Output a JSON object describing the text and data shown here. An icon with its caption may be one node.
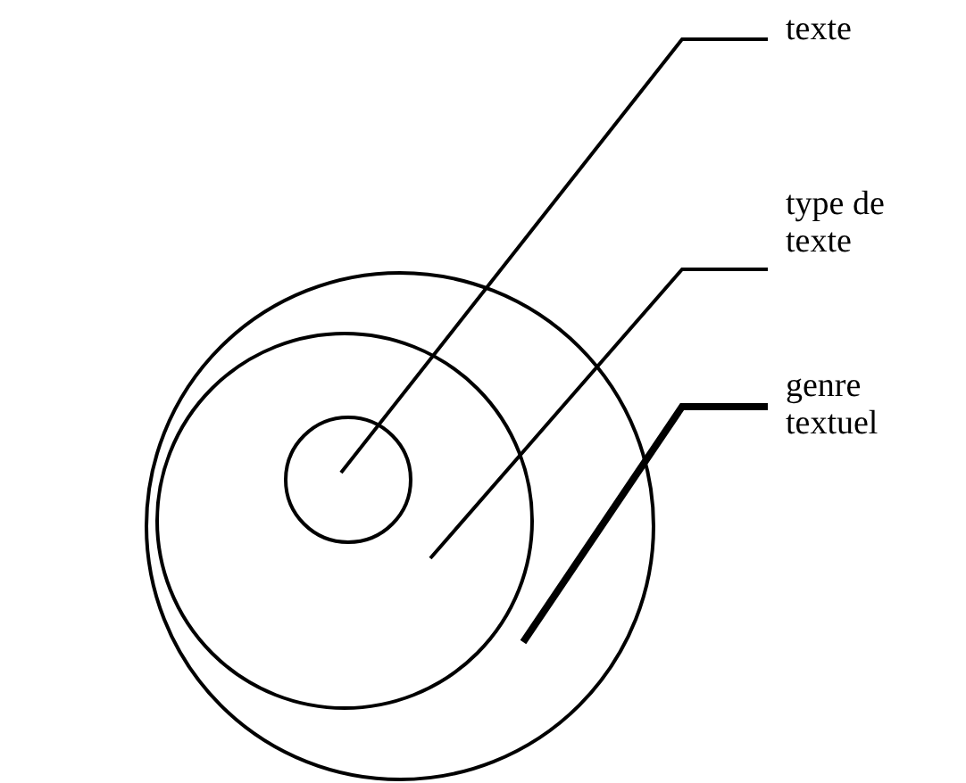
{
  "diagram": {
    "nodes": [
      {
        "text": [],
        "shape": "circle"
      },
      {
        "text": [],
        "shape": "circle",
        "in": 0
      },
      {
        "text": [],
        "shape": "circle",
        "in": 1
      },
      {
        "text": [
          "texte"
        ]
      },
      {
        "text": [
          "type de texte"
        ]
      },
      {
        "text": [
          "genre textuel"
        ]
      }
    ],
    "edges": [
      {
        "from": 3,
        "to": 2,
        "arrow": "none"
      },
      {
        "from": 4,
        "to": 1,
        "arrow": "none"
      },
      {
        "from": 5,
        "to": 0,
        "arrow": "none",
        "style": "thick"
      }
    ]
  }
}
